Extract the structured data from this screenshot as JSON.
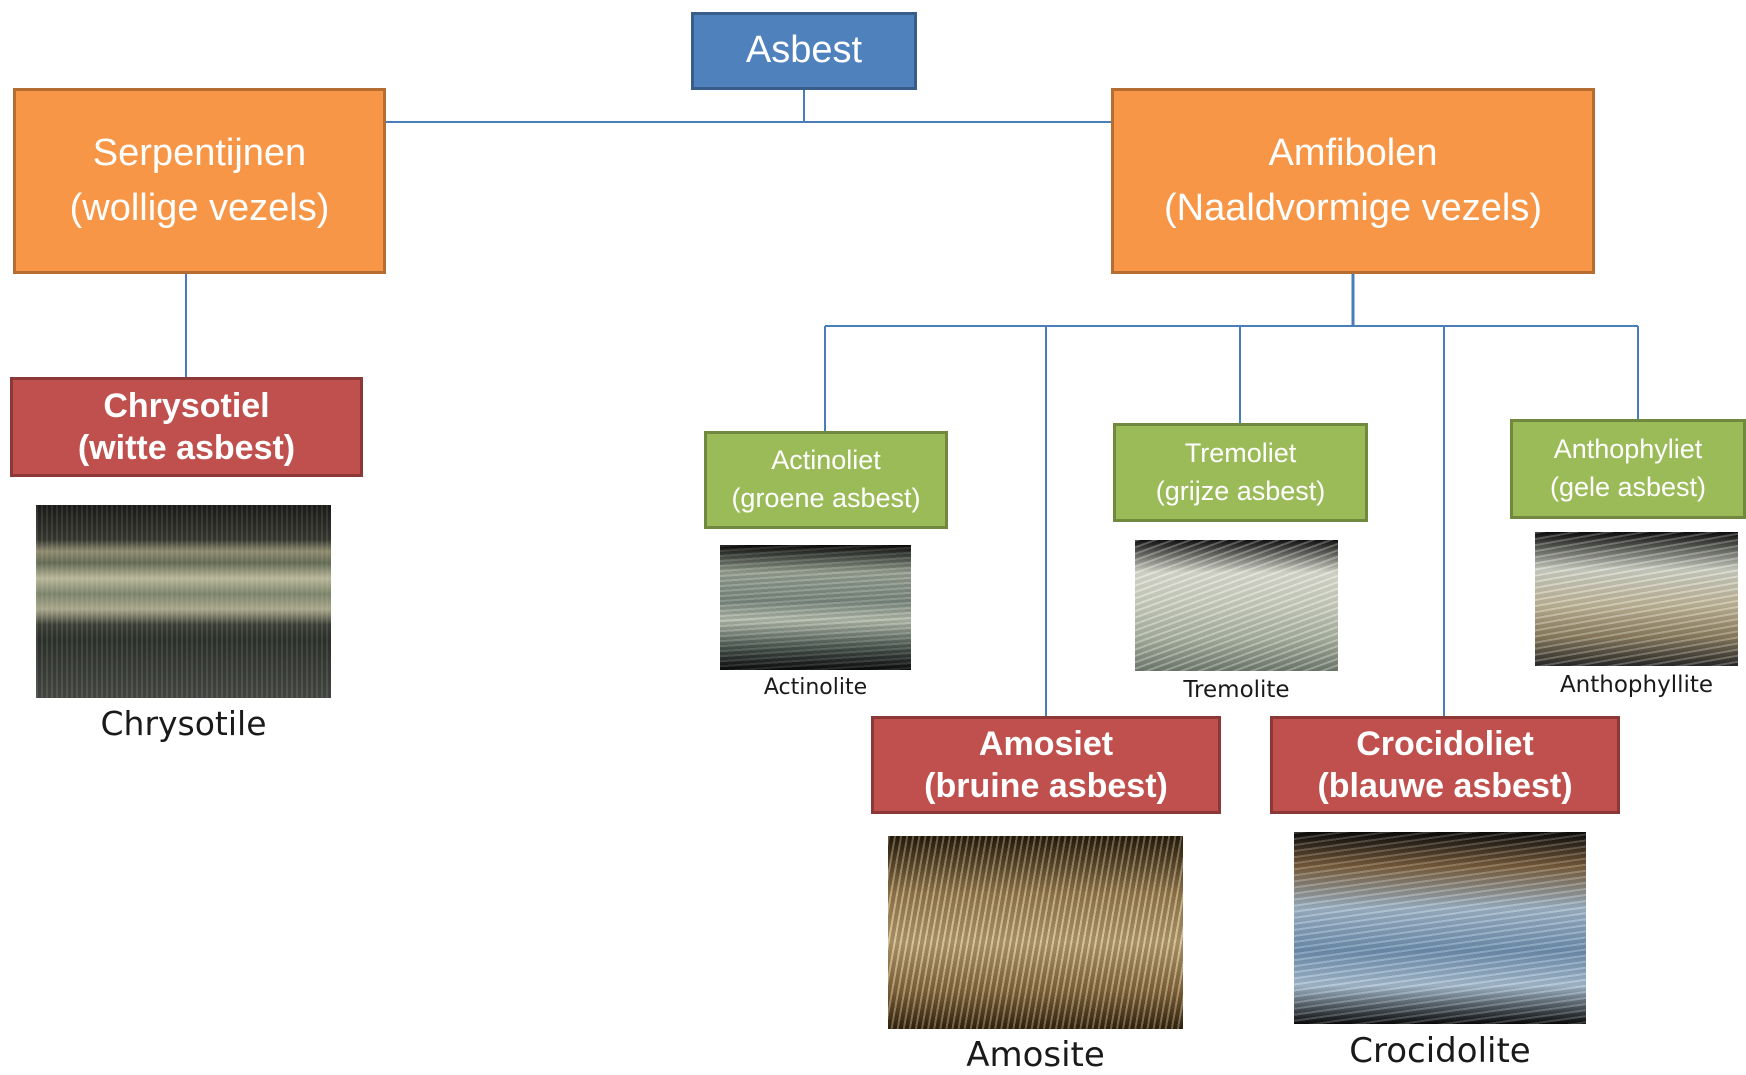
{
  "root": {
    "label": "Asbest",
    "color": "#4f81bd"
  },
  "groups": {
    "serpentine": {
      "line1": "Serpentijnen",
      "line2": "(wollige vezels)",
      "color": "#f79646"
    },
    "amphibole": {
      "line1": "Amfibolen",
      "line2": "(Naaldvormige vezels)",
      "color": "#f79646"
    }
  },
  "minerals": {
    "chrysotile": {
      "name": "Chrysotiel",
      "subtitle": "(witte asbest)",
      "caption": "Chrysotile",
      "color": "#c0504d"
    },
    "actinolite": {
      "name": "Actinoliet",
      "subtitle": "(groene asbest)",
      "caption": "Actinolite",
      "color": "#9bbb59"
    },
    "tremolite": {
      "name": "Tremoliet",
      "subtitle": "(grijze asbest)",
      "caption": "Tremolite",
      "color": "#9bbb59"
    },
    "anthophyllite": {
      "name": "Anthophyliet",
      "subtitle": "(gele asbest)",
      "caption": "Anthophyllite",
      "color": "#9bbb59"
    },
    "amosite": {
      "name": "Amosiet",
      "subtitle": "(bruine asbest)",
      "caption": "Amosite",
      "color": "#c0504d"
    },
    "crocidolite": {
      "name": "Crocidoliet",
      "subtitle": "(blauwe asbest)",
      "caption": "Crocidolite",
      "color": "#c0504d"
    }
  },
  "connector_color": "#4a7ebb"
}
